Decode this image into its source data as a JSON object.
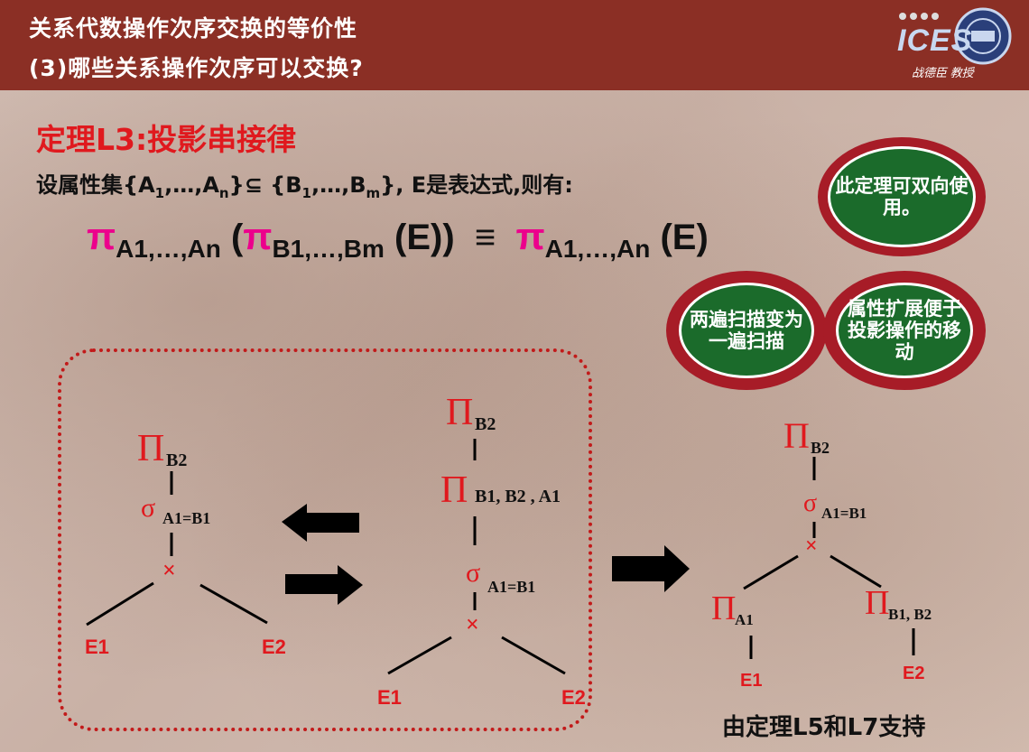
{
  "header": {
    "line1": "关系代数操作次序交换的等价性",
    "line2": "(3)哪些关系操作次序可以交换?",
    "logo_text": "ICES",
    "professor": "战德臣 教授"
  },
  "theorem": {
    "title": "定理L3:投影串接律",
    "premise_pre": "设属性集{A",
    "premise_sep1": ",…,A",
    "premise_mid": "}",
    "premise_subset": "⊆",
    "premise_b": " {B",
    "premise_sep2": ",…,B",
    "premise_post": "}, E是表达式,则有:",
    "sub_1": "1",
    "sub_n": "n",
    "sub_m": "m"
  },
  "formula": {
    "pi": "π",
    "lhs_sub": "A1,…,An",
    "inner_open": "(",
    "inner_sub": "B1,…,Bm",
    "expr": "(E))",
    "equiv": "≡",
    "rhs_sub": "A1,…,An",
    "rhs_expr": "(E)"
  },
  "notes": {
    "bidirectional": "此定理可双向使用。",
    "two_scan": "两遍扫描变为一遍扫描",
    "attr_extend": "属性扩展便于投影操作的移动"
  },
  "trees": {
    "t1": {
      "proj": "B2",
      "sel": "A1=B1",
      "join": "×",
      "left": "E1",
      "right": "E2"
    },
    "t2": {
      "proj_top": "B2",
      "proj_mid": "B1, B2 , A1",
      "sel": "A1=B1",
      "join": "×",
      "left": "E1",
      "right": "E2"
    },
    "t3": {
      "proj": "B2",
      "sel": "A1=B1",
      "join": "×",
      "left_proj": "A1",
      "right_proj": "B1, B2",
      "left": "E1",
      "right": "E2"
    }
  },
  "support_text": "由定理L5和L7支持",
  "colors": {
    "header": "#8b2f25",
    "red": "#e0191e",
    "pink": "#ec008c",
    "bubble_green": "#1b6b2b",
    "bubble_ring": "#a71c27"
  }
}
